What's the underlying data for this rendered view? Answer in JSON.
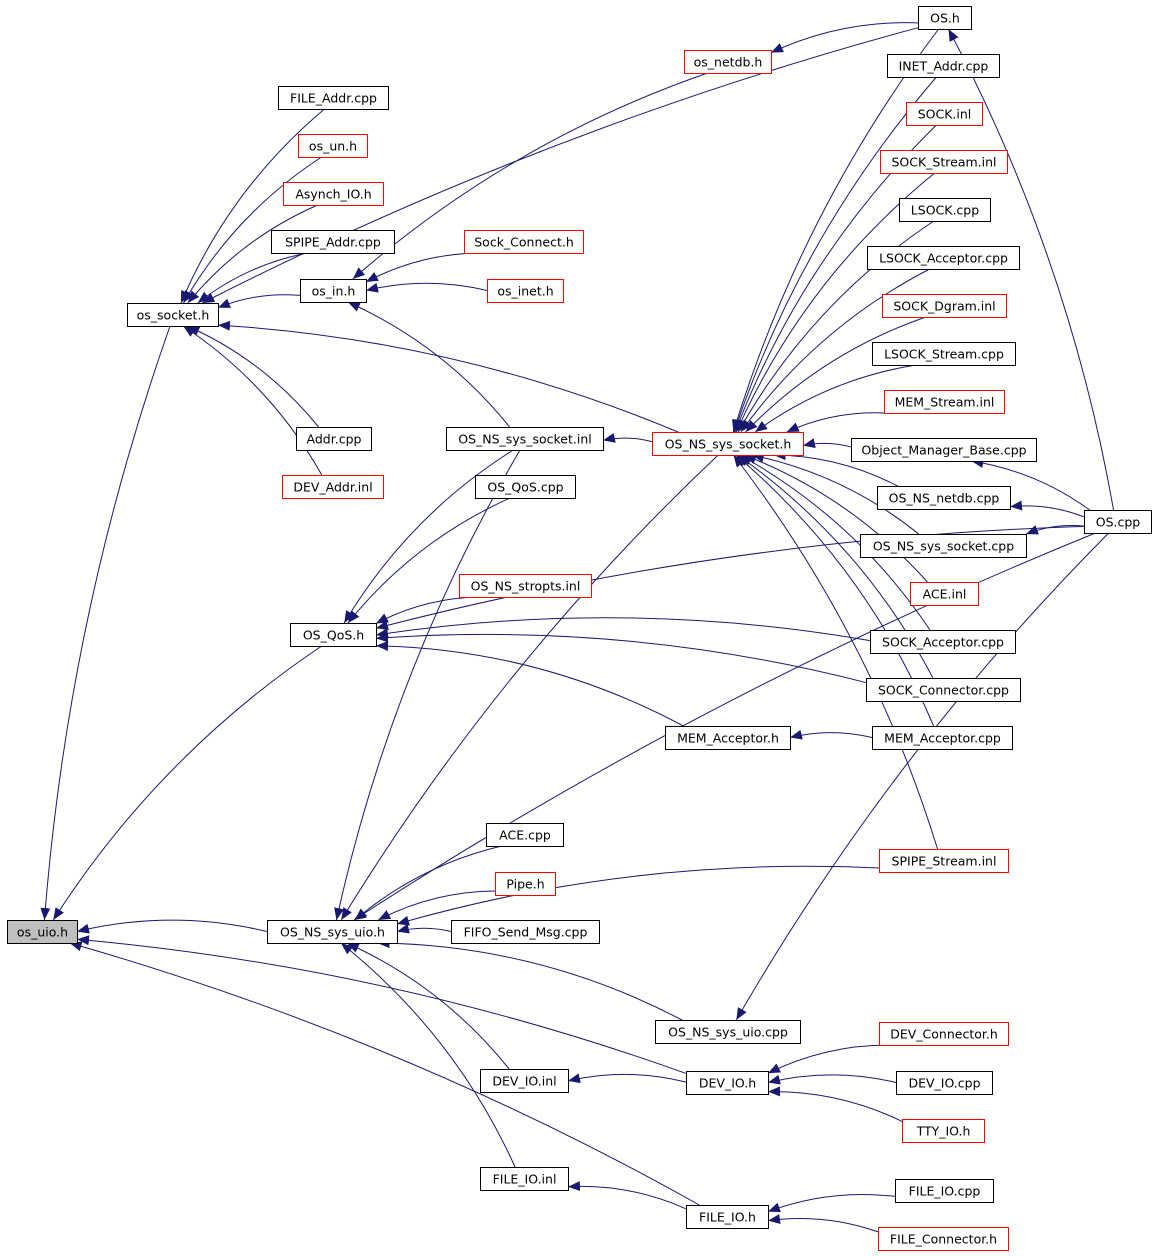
{
  "colors": {
    "edge": "#191970",
    "arrowhead": "#191970",
    "border_documented": "#000000",
    "border_undocumented": "#ff0000",
    "root_fill": "#bfbfbf",
    "node_fill": "#ffffff"
  },
  "nodes": [
    {
      "id": "os_uio_h",
      "label": "os_uio.h",
      "border": "black",
      "root": true
    },
    {
      "id": "os_socket_h",
      "label": "os_socket.h",
      "border": "black"
    },
    {
      "id": "FILE_Addr_cpp",
      "label": "FILE_Addr.cpp",
      "border": "black"
    },
    {
      "id": "os_un_h",
      "label": "os_un.h",
      "border": "red"
    },
    {
      "id": "Asynch_IO_h",
      "label": "Asynch_IO.h",
      "border": "red"
    },
    {
      "id": "SPIPE_Addr_cpp",
      "label": "SPIPE_Addr.cpp",
      "border": "black"
    },
    {
      "id": "os_in_h",
      "label": "os_in.h",
      "border": "black"
    },
    {
      "id": "Addr_cpp",
      "label": "Addr.cpp",
      "border": "black"
    },
    {
      "id": "DEV_Addr_inl",
      "label": "DEV_Addr.inl",
      "border": "red"
    },
    {
      "id": "os_netdb_h",
      "label": "os_netdb.h",
      "border": "red"
    },
    {
      "id": "Sock_Connect_h",
      "label": "Sock_Connect.h",
      "border": "red"
    },
    {
      "id": "os_inet_h",
      "label": "os_inet.h",
      "border": "red"
    },
    {
      "id": "OS_NS_sys_socket_inl",
      "label": "OS_NS_sys_socket.inl",
      "border": "black"
    },
    {
      "id": "OS_NS_sys_socket_h",
      "label": "OS_NS_sys_socket.h",
      "border": "red"
    },
    {
      "id": "OS_h",
      "label": "OS.h",
      "border": "black"
    },
    {
      "id": "INET_Addr_cpp",
      "label": "INET_Addr.cpp",
      "border": "black"
    },
    {
      "id": "SOCK_inl",
      "label": "SOCK.inl",
      "border": "red"
    },
    {
      "id": "SOCK_Stream_inl",
      "label": "SOCK_Stream.inl",
      "border": "red"
    },
    {
      "id": "LSOCK_cpp",
      "label": "LSOCK.cpp",
      "border": "black"
    },
    {
      "id": "LSOCK_Acceptor_cpp",
      "label": "LSOCK_Acceptor.cpp",
      "border": "black"
    },
    {
      "id": "SOCK_Dgram_inl",
      "label": "SOCK_Dgram.inl",
      "border": "red"
    },
    {
      "id": "LSOCK_Stream_cpp",
      "label": "LSOCK_Stream.cpp",
      "border": "black"
    },
    {
      "id": "MEM_Stream_inl",
      "label": "MEM_Stream.inl",
      "border": "red"
    },
    {
      "id": "Object_Manager_Base_cpp",
      "label": "Object_Manager_Base.cpp",
      "border": "black"
    },
    {
      "id": "OS_NS_netdb_cpp",
      "label": "OS_NS_netdb.cpp",
      "border": "black"
    },
    {
      "id": "OS_cpp",
      "label": "OS.cpp",
      "border": "black"
    },
    {
      "id": "OS_NS_sys_socket_cpp",
      "label": "OS_NS_sys_socket.cpp",
      "border": "black"
    },
    {
      "id": "ACE_inl",
      "label": "ACE.inl",
      "border": "red"
    },
    {
      "id": "SOCK_Acceptor_cpp",
      "label": "SOCK_Acceptor.cpp",
      "border": "black"
    },
    {
      "id": "SOCK_Connector_cpp",
      "label": "SOCK_Connector.cpp",
      "border": "black"
    },
    {
      "id": "MEM_Acceptor_cpp",
      "label": "MEM_Acceptor.cpp",
      "border": "black"
    },
    {
      "id": "OS_QoS_cpp",
      "label": "OS_QoS.cpp",
      "border": "black"
    },
    {
      "id": "OS_NS_stropts_inl",
      "label": "OS_NS_stropts.inl",
      "border": "red"
    },
    {
      "id": "OS_QoS_h",
      "label": "OS_QoS.h",
      "border": "black"
    },
    {
      "id": "MEM_Acceptor_h",
      "label": "MEM_Acceptor.h",
      "border": "black"
    },
    {
      "id": "ACE_cpp",
      "label": "ACE.cpp",
      "border": "black"
    },
    {
      "id": "Pipe_h",
      "label": "Pipe.h",
      "border": "red"
    },
    {
      "id": "OS_NS_sys_uio_h",
      "label": "OS_NS_sys_uio.h",
      "border": "black"
    },
    {
      "id": "FIFO_Send_Msg_cpp",
      "label": "FIFO_Send_Msg.cpp",
      "border": "black"
    },
    {
      "id": "SPIPE_Stream_inl",
      "label": "SPIPE_Stream.inl",
      "border": "red"
    },
    {
      "id": "OS_NS_sys_uio_cpp",
      "label": "OS_NS_sys_uio.cpp",
      "border": "black"
    },
    {
      "id": "DEV_Connector_h",
      "label": "DEV_Connector.h",
      "border": "red"
    },
    {
      "id": "DEV_IO_inl",
      "label": "DEV_IO.inl",
      "border": "black"
    },
    {
      "id": "DEV_IO_h",
      "label": "DEV_IO.h",
      "border": "black"
    },
    {
      "id": "DEV_IO_cpp",
      "label": "DEV_IO.cpp",
      "border": "black"
    },
    {
      "id": "TTY_IO_h",
      "label": "TTY_IO.h",
      "border": "red"
    },
    {
      "id": "FILE_IO_inl",
      "label": "FILE_IO.inl",
      "border": "black"
    },
    {
      "id": "FILE_IO_cpp",
      "label": "FILE_IO.cpp",
      "border": "black"
    },
    {
      "id": "FILE_IO_h",
      "label": "FILE_IO.h",
      "border": "black"
    },
    {
      "id": "FILE_Connector_h",
      "label": "FILE_Connector.h",
      "border": "red"
    }
  ],
  "edges": [
    {
      "from": "os_socket_h",
      "to": "os_uio_h"
    },
    {
      "from": "OS_QoS_h",
      "to": "os_uio_h"
    },
    {
      "from": "OS_NS_sys_uio_h",
      "to": "os_uio_h"
    },
    {
      "from": "DEV_IO_h",
      "to": "os_uio_h"
    },
    {
      "from": "FILE_IO_h",
      "to": "os_uio_h"
    },
    {
      "from": "FILE_Addr_cpp",
      "to": "os_socket_h"
    },
    {
      "from": "os_un_h",
      "to": "os_socket_h"
    },
    {
      "from": "Asynch_IO_h",
      "to": "os_socket_h"
    },
    {
      "from": "SPIPE_Addr_cpp",
      "to": "os_socket_h"
    },
    {
      "from": "os_in_h",
      "to": "os_socket_h"
    },
    {
      "from": "OS_h",
      "to": "os_socket_h"
    },
    {
      "from": "OS_NS_sys_socket_h",
      "to": "os_socket_h"
    },
    {
      "from": "Addr_cpp",
      "to": "os_socket_h"
    },
    {
      "from": "DEV_Addr_inl",
      "to": "os_socket_h"
    },
    {
      "from": "os_netdb_h",
      "to": "os_in_h"
    },
    {
      "from": "Sock_Connect_h",
      "to": "os_in_h"
    },
    {
      "from": "os_inet_h",
      "to": "os_in_h"
    },
    {
      "from": "OS_NS_sys_socket_inl",
      "to": "os_in_h"
    },
    {
      "from": "OS_h",
      "to": "os_netdb_h"
    },
    {
      "from": "OS_NS_sys_socket_h",
      "to": "OS_NS_sys_socket_inl"
    },
    {
      "from": "OS_h",
      "to": "OS_NS_sys_socket_h"
    },
    {
      "from": "INET_Addr_cpp",
      "to": "OS_NS_sys_socket_h"
    },
    {
      "from": "SOCK_inl",
      "to": "OS_NS_sys_socket_h"
    },
    {
      "from": "SOCK_Stream_inl",
      "to": "OS_NS_sys_socket_h"
    },
    {
      "from": "LSOCK_cpp",
      "to": "OS_NS_sys_socket_h"
    },
    {
      "from": "LSOCK_Acceptor_cpp",
      "to": "OS_NS_sys_socket_h"
    },
    {
      "from": "SOCK_Dgram_inl",
      "to": "OS_NS_sys_socket_h"
    },
    {
      "from": "LSOCK_Stream_cpp",
      "to": "OS_NS_sys_socket_h"
    },
    {
      "from": "MEM_Stream_inl",
      "to": "OS_NS_sys_socket_h"
    },
    {
      "from": "Object_Manager_Base_cpp",
      "to": "OS_NS_sys_socket_h"
    },
    {
      "from": "OS_NS_netdb_cpp",
      "to": "OS_NS_sys_socket_h"
    },
    {
      "from": "OS_NS_sys_socket_cpp",
      "to": "OS_NS_sys_socket_h"
    },
    {
      "from": "ACE_inl",
      "to": "OS_NS_sys_socket_h"
    },
    {
      "from": "SOCK_Acceptor_cpp",
      "to": "OS_NS_sys_socket_h"
    },
    {
      "from": "SOCK_Connector_cpp",
      "to": "OS_NS_sys_socket_h"
    },
    {
      "from": "MEM_Acceptor_cpp",
      "to": "OS_NS_sys_socket_h"
    },
    {
      "from": "SPIPE_Stream_inl",
      "to": "OS_NS_sys_socket_h"
    },
    {
      "from": "OS_cpp",
      "to": "OS_h"
    },
    {
      "from": "OS_cpp",
      "to": "Object_Manager_Base_cpp"
    },
    {
      "from": "OS_cpp",
      "to": "OS_NS_netdb_cpp"
    },
    {
      "from": "OS_cpp",
      "to": "OS_NS_sys_socket_cpp"
    },
    {
      "from": "OS_cpp",
      "to": "OS_QoS_h"
    },
    {
      "from": "OS_cpp",
      "to": "OS_NS_sys_uio_h"
    },
    {
      "from": "OS_cpp",
      "to": "OS_NS_sys_uio_cpp"
    },
    {
      "from": "OS_QoS_cpp",
      "to": "OS_QoS_h"
    },
    {
      "from": "OS_NS_stropts_inl",
      "to": "OS_QoS_h"
    },
    {
      "from": "SOCK_Acceptor_cpp",
      "to": "OS_QoS_h"
    },
    {
      "from": "SOCK_Connector_cpp",
      "to": "OS_QoS_h"
    },
    {
      "from": "MEM_Acceptor_h",
      "to": "OS_QoS_h"
    },
    {
      "from": "OS_NS_sys_socket_inl",
      "to": "OS_QoS_h"
    },
    {
      "from": "MEM_Acceptor_cpp",
      "to": "MEM_Acceptor_h"
    },
    {
      "from": "OS_NS_sys_socket_h",
      "to": "OS_NS_sys_uio_h"
    },
    {
      "from": "OS_NS_sys_socket_inl",
      "to": "OS_NS_sys_uio_h"
    },
    {
      "from": "ACE_cpp",
      "to": "OS_NS_sys_uio_h"
    },
    {
      "from": "Pipe_h",
      "to": "OS_NS_sys_uio_h"
    },
    {
      "from": "FIFO_Send_Msg_cpp",
      "to": "OS_NS_sys_uio_h"
    },
    {
      "from": "SPIPE_Stream_inl",
      "to": "OS_NS_sys_uio_h"
    },
    {
      "from": "OS_NS_sys_uio_cpp",
      "to": "OS_NS_sys_uio_h"
    },
    {
      "from": "DEV_IO_inl",
      "to": "OS_NS_sys_uio_h"
    },
    {
      "from": "FILE_IO_inl",
      "to": "OS_NS_sys_uio_h"
    },
    {
      "from": "DEV_IO_h",
      "to": "DEV_IO_inl"
    },
    {
      "from": "DEV_Connector_h",
      "to": "DEV_IO_h"
    },
    {
      "from": "DEV_IO_cpp",
      "to": "DEV_IO_h"
    },
    {
      "from": "TTY_IO_h",
      "to": "DEV_IO_h"
    },
    {
      "from": "FILE_IO_h",
      "to": "FILE_IO_inl"
    },
    {
      "from": "FILE_IO_cpp",
      "to": "FILE_IO_h"
    },
    {
      "from": "FILE_Connector_h",
      "to": "FILE_IO_h"
    }
  ]
}
